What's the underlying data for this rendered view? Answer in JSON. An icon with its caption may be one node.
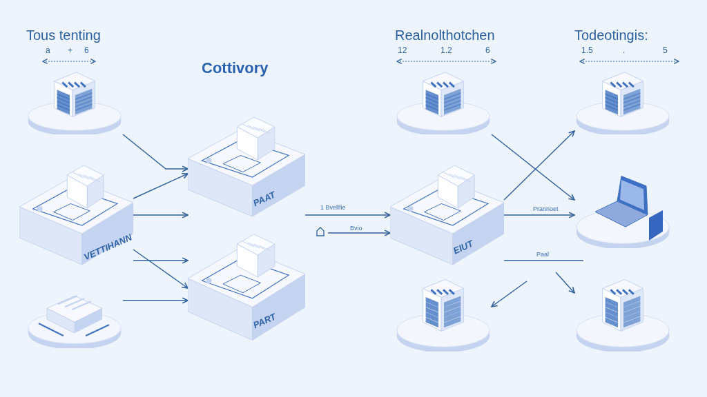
{
  "diagram": {
    "title": "Cottivory",
    "nodes": [
      {
        "text": [],
        "shape": "picture",
        "beside": [
          "Tous tenting"
        ]
      },
      {
        "text": [
          "VETTIHANN"
        ]
      },
      {
        "text": [],
        "shape": "picture"
      },
      {
        "text": [
          "PAAT"
        ]
      },
      {
        "text": [
          "PART"
        ]
      },
      {
        "text": [
          "EIUT"
        ]
      },
      {
        "text": [],
        "shape": "picture",
        "beside": [
          "Realnolthotchen"
        ]
      },
      {
        "text": [],
        "shape": "picture",
        "beside": [
          "Todeotingis:"
        ]
      },
      {
        "text": [],
        "shape": "picture"
      },
      {
        "text": [],
        "shape": "picture"
      },
      {
        "text": [],
        "shape": "picture"
      }
    ],
    "edges": [
      {
        "from": 0,
        "to": 3,
        "arrow": "to"
      },
      {
        "from": 1,
        "to": 3,
        "arrow": "to"
      },
      {
        "from": 1,
        "to": 3,
        "arrow": "to"
      },
      {
        "from": 1,
        "to": 4,
        "arrow": "to"
      },
      {
        "from": 1,
        "to": 4,
        "arrow": "to"
      },
      {
        "from": 2,
        "to": 4,
        "arrow": "to"
      },
      {
        "from": 3,
        "to": 5,
        "arrow": "to",
        "label": "1 Bvellfie"
      },
      {
        "from": null,
        "to": 5,
        "arrow": "to",
        "label": "Bvio"
      },
      {
        "from": 6,
        "to": 8,
        "arrow": "to"
      },
      {
        "from": 5,
        "to": 7,
        "arrow": "to"
      },
      {
        "from": 5,
        "to": 8,
        "arrow": "to",
        "label": "Prannoet"
      },
      {
        "from": 5,
        "to": null,
        "arrow": "none",
        "label": "Paal"
      },
      {
        "from": null,
        "to": 9,
        "arrow": "to"
      },
      {
        "from": null,
        "to": 10,
        "arrow": "to"
      }
    ],
    "labels": [
      "a",
      "+",
      "6",
      "12",
      "1.2",
      "6",
      "1.5",
      ".",
      "5"
    ]
  }
}
